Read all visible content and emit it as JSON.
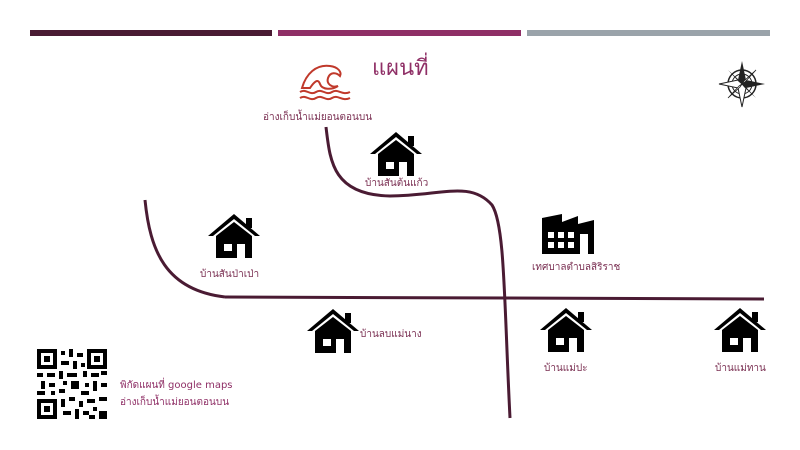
{
  "title": "แผนที่",
  "colors": {
    "bar_1": "#4a1b33",
    "bar_2": "#8f2f66",
    "bar_3": "#9aa3aa",
    "road": "#4a1b33",
    "title": "#8f2f66",
    "label": "#7a2f52",
    "wave": "#c0392b"
  },
  "places": [
    {
      "id": "reservoir",
      "label": "อ่างเก็บน้ำแม่ยอนตอนบน",
      "icon": "wave-icon"
    },
    {
      "id": "ban-san-ton-kaeo",
      "label": "บ้านสันต้นแก้ว",
      "icon": "house-icon"
    },
    {
      "id": "ban-san-pa-pao",
      "label": "บ้านสันป่าเป่า",
      "icon": "house-icon"
    },
    {
      "id": "tessaban",
      "label": "เทศบาลตำบลสิริราช",
      "icon": "factory-icon"
    },
    {
      "id": "ban-lob-mae-nang",
      "label": "บ้านลบแม่นาง",
      "icon": "house-icon"
    },
    {
      "id": "ban-mae-pa",
      "label": "บ้านแม่ปะ",
      "icon": "house-icon"
    },
    {
      "id": "ban-mae-than",
      "label": "บ้านแม่ทาน",
      "icon": "house-icon"
    }
  ],
  "qr": {
    "icon": "qr-code-icon",
    "line_1": "พิกัดแผนที่ google maps",
    "line_2": "อ่างเก็บน้ำแม่ยอนตอนบน"
  },
  "compass_icon": "compass-icon"
}
